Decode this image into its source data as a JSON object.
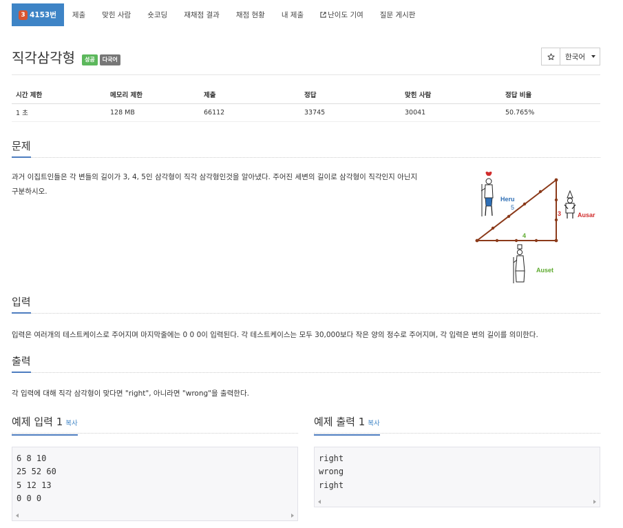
{
  "nav": {
    "problem_number": "4153번",
    "tier": "3",
    "items": [
      "제출",
      "맞힌 사람",
      "숏코딩",
      "재채점 결과",
      "채점 현황",
      "내 제출",
      "난이도 기여",
      "질문 게시판"
    ]
  },
  "problem": {
    "title": "직각삼각형",
    "label_success": "성공",
    "label_multilingual": "다국어",
    "language": "한국어"
  },
  "info": {
    "headers": [
      "시간 제한",
      "메모리 제한",
      "제출",
      "정답",
      "맞힌 사람",
      "정답 비율"
    ],
    "values": [
      "1 초",
      "128 MB",
      "66112",
      "33745",
      "30041",
      "50.765%"
    ]
  },
  "sections": {
    "problem_heading": "문제",
    "problem_text_line1": "과거 이집트인들은 각 변들의 길이가 3, 4, 5인 삼각형이 직각 삼각형인것을 알아냈다. 주어진 세변의 길이로 삼각형이 직각인지 아닌지",
    "problem_text_line2": "구분하시오.",
    "input_heading": "입력",
    "input_text": "입력은 여러개의 테스트케이스로 주어지며 마지막줄에는 0 0 0이 입력된다. 각 테스트케이스는 모두 30,000보다 작은 양의 정수로 주어지며, 각 입력은 변의 길이를 의미한다.",
    "output_heading": "출력",
    "output_text": "각 입력에 대해 직각 삼각형이 맞다면 \"right\", 아니라면 \"wrong\"을 출력한다."
  },
  "samples": {
    "input_heading": "예제 입력 1",
    "output_heading": "예제 출력 1",
    "copy_label": "복사",
    "input_lines": [
      "6 8 10",
      "25 52 60",
      "5 12 13",
      "0 0 0"
    ],
    "output_lines": [
      "right",
      "wrong",
      "right"
    ]
  },
  "diagram": {
    "label_heru": "Heru",
    "label_ausar": "Ausar",
    "label_auset": "Auset",
    "side_5": "5",
    "side_3": "3",
    "side_4": "4",
    "color_heru": "#2F6FB5",
    "color_ausar": "#D12D2D",
    "color_auset": "#5DAA2E",
    "color_rope": "#8B3A1A"
  }
}
